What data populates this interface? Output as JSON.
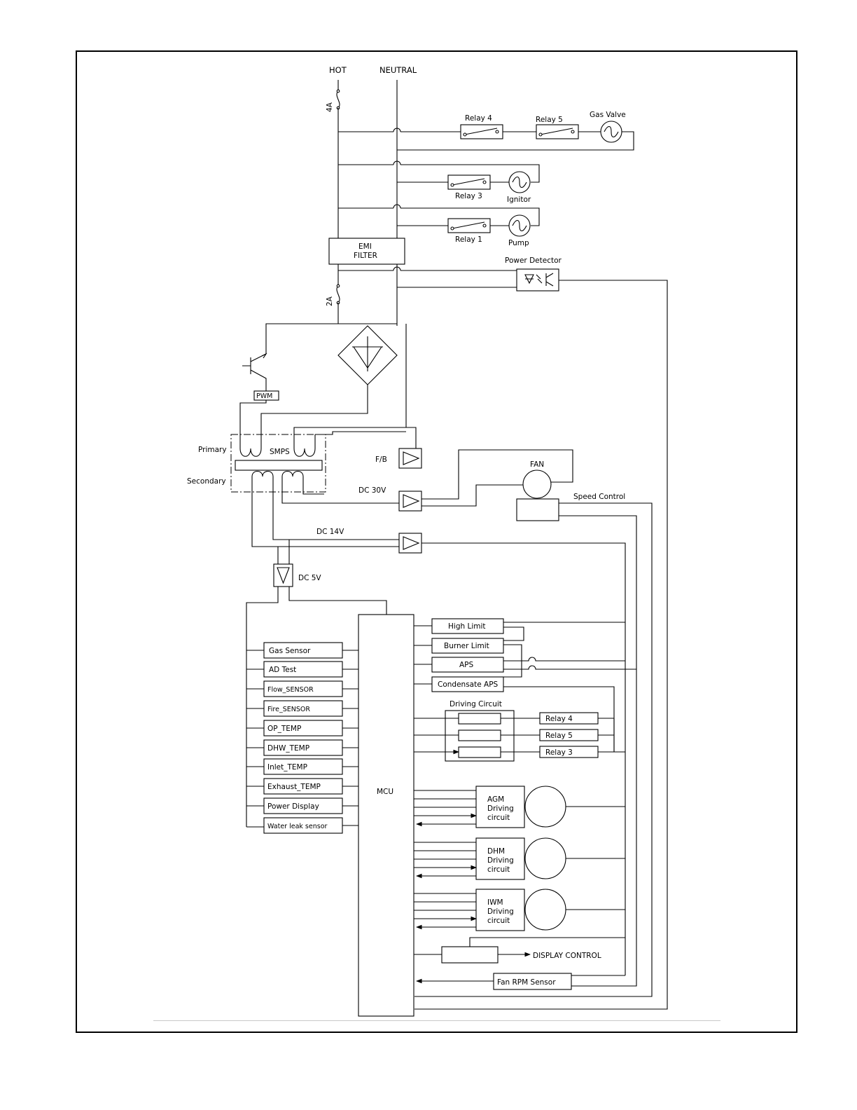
{
  "supply": {
    "hot": "HOT",
    "neutral": "NEUTRAL",
    "fuse_main": "4A",
    "fuse_smps": "2A"
  },
  "loads": {
    "relay4": "Relay 4",
    "relay5": "Relay 5",
    "gas_valve": "Gas Valve",
    "relay3": "Relay 3",
    "ignitor": "Ignitor",
    "relay1": "Relay 1",
    "pump": "Pump",
    "power_detector": "Power Detector"
  },
  "emi": {
    "line1": "EMI",
    "line2": "FILTER"
  },
  "smps": {
    "pwm": "PWM",
    "title": "SMPS",
    "primary": "Primary",
    "secondary": "Secondary",
    "fb": "F/B",
    "dc30": "DC 30V",
    "dc14": "DC 14V",
    "dc5": "DC 5V"
  },
  "fan": {
    "label": "FAN",
    "speed_control": "Speed Control"
  },
  "mcu": {
    "label": "MCU"
  },
  "inputs": [
    "Gas Sensor",
    "AD Test",
    "Flow_SENSOR",
    "Fire_SENSOR",
    "OP_TEMP",
    "DHW_TEMP",
    "Inlet_TEMP",
    "Exhaust_TEMP",
    "Power Display",
    "Water leak sensor"
  ],
  "limits": [
    "High Limit",
    "Burner Limit",
    "APS",
    "Condensate APS"
  ],
  "driving": {
    "title": "Driving Circuit",
    "relays": [
      "Relay 4",
      "Relay 5",
      "Relay 3"
    ]
  },
  "motors": [
    {
      "line1": "AGM",
      "line2": "Driving",
      "line3": "circuit"
    },
    {
      "line1": "DHM",
      "line2": "Driving",
      "line3": "circuit"
    },
    {
      "line1": "IWM",
      "line2": "Driving",
      "line3": "circuit"
    }
  ],
  "display_control": "DISPLAY CONTROL",
  "fan_rpm": "Fan RPM Sensor"
}
